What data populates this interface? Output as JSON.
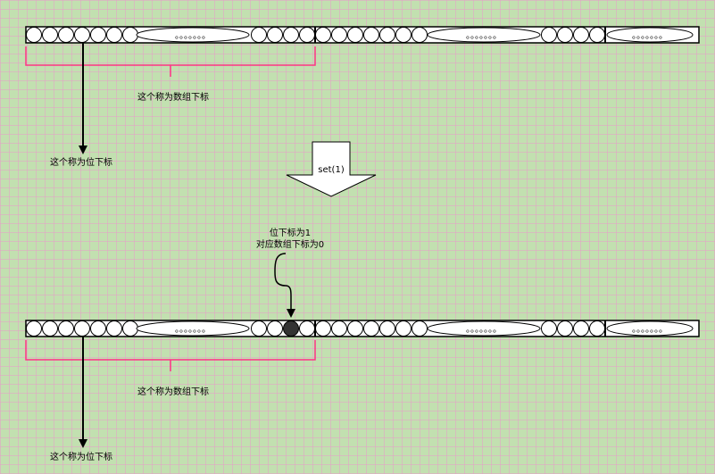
{
  "arrow_label": "set(1)",
  "top_array": {
    "array_index_label": "这个称为数组下标",
    "bit_index_label": "这个称为位下标"
  },
  "bottom_array": {
    "array_index_label": "这个称为数组下标",
    "bit_index_label": "这个称为位下标"
  },
  "annotation": {
    "line1": "位下标为1",
    "line2": "对应数组下标为0"
  },
  "ellipsis_dots": "。。。。。。。",
  "colors": {
    "background": "#c2e0b0",
    "grid_line": "#e6a0c8",
    "bracket": "#ff3385",
    "bit_empty": "#ffffff",
    "bit_set": "#333333",
    "stroke": "#000000"
  }
}
